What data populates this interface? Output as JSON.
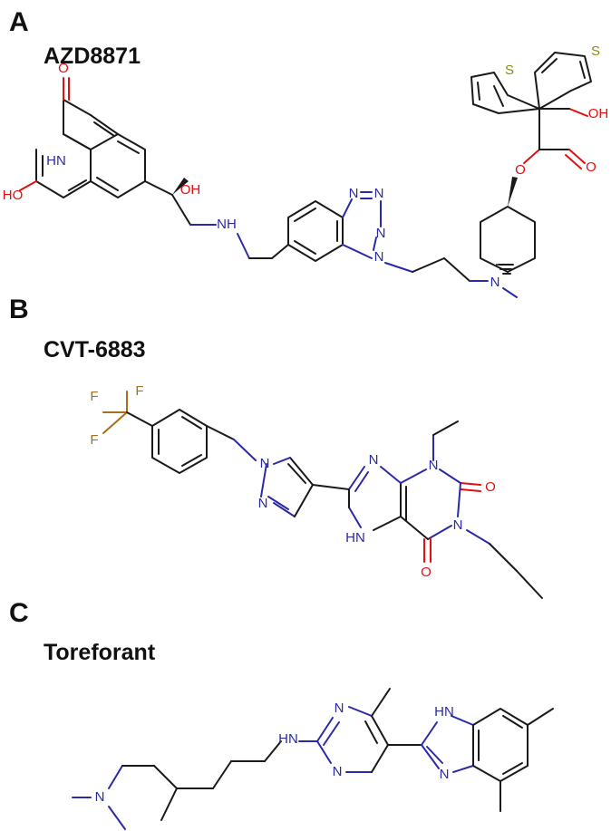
{
  "panels": [
    {
      "letter": "A",
      "name": "AZD8871"
    },
    {
      "letter": "B",
      "name": "CVT-6883"
    },
    {
      "letter": "C",
      "name": "Toreforant"
    }
  ],
  "atoms": {
    "O": "O",
    "OH": "OH",
    "HO": "HO",
    "HN": "HN",
    "NH": "NH",
    "N": "N",
    "S": "S",
    "F": "F"
  },
  "colors": {
    "carbon": "#1a1a1a",
    "nitrogen": "#2a2aa8",
    "oxygen": "#e01010",
    "sulfur": "#8a8a10",
    "fluorine": "#a8701a"
  }
}
